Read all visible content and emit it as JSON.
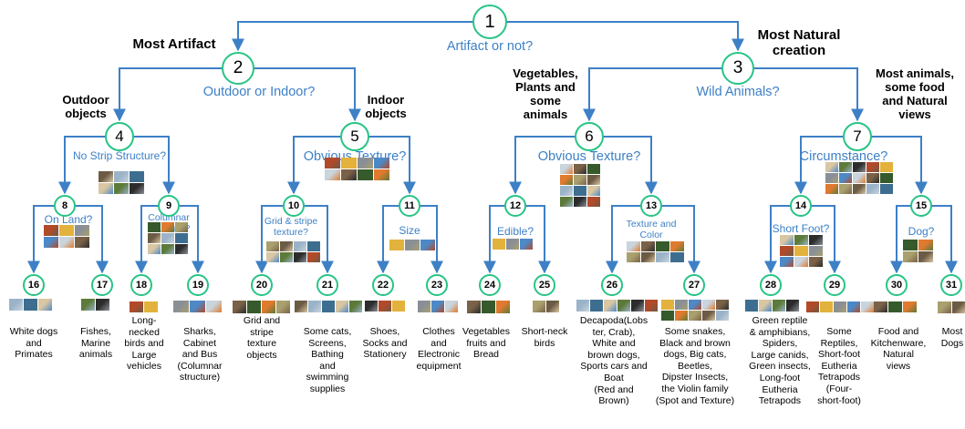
{
  "colors": {
    "node_border": "#27c485",
    "edge": "#3d80c6",
    "question": "#3d80c6"
  },
  "nodes": [
    "1",
    "2",
    "3",
    "4",
    "5",
    "6",
    "7",
    "8",
    "9",
    "10",
    "11",
    "12",
    "13",
    "14",
    "15",
    "16",
    "17",
    "18",
    "19",
    "20",
    "21",
    "22",
    "23",
    "24",
    "25",
    "26",
    "27",
    "28",
    "29",
    "30",
    "31"
  ],
  "questions": {
    "q1": "Artifact or not?",
    "q2": "Outdoor or Indoor?",
    "q3": "Wild Animals?",
    "q4": "No Strip Structure?",
    "q5": "Obvious Texture?",
    "q6": "Obvious Texture?",
    "q7": "Circumstance?",
    "q8": "On Land?",
    "q9": "Columnar\nstructure?",
    "q10": "Grid & stripe\ntexture?",
    "q11": "Size",
    "q12": "Edible?",
    "q13": "Texture and\nColor",
    "q14": "Short Foot?",
    "q15": "Dog?"
  },
  "branch_labels": {
    "most_artifact": "Most Artifact",
    "most_natural": "Most Natural\ncreation",
    "outdoor": "Outdoor\nobjects",
    "indoor": "Indoor\nobjects",
    "vegetables": "Vegetables,\nPlants and\nsome\nanimals",
    "most_animals": "Most animals,\nsome food\nand Natural\nviews"
  },
  "leaves": {
    "16": "White dogs\nand\nPrimates",
    "17": "Fishes,\nMarine\nanimals",
    "18": "Long-\nnecked\nbirds and\nLarge\nvehicles",
    "19": "Sharks,\nCabinet\nand Bus\n(Columnar\nstructure)",
    "20": "Grid and\nstripe\ntexture\nobjects",
    "21": "Some cats,\nScreens,\nBathing\nand\nswimming\nsupplies",
    "22": "Shoes,\nSocks and\nStationery",
    "23": "Clothes\nand\nElectronic\nequipment",
    "24": "Vegetables\nfruits and\nBread",
    "25": "Short-neck\nbirds",
    "26": "Decapoda(Lobs\nter, Crab),\nWhite and\nbrown dogs,\nSports cars and\nBoat\n(Red and\nBrown)",
    "27": "Some snakes,\nBlack and brown\ndogs, Big cats,\nBeetles,\nDipster Insects,\nthe Violin family\n(Spot and Texture)",
    "28": "Green reptile\n& amphibians,\nSpiders,\nLarge canids,\nGreen insects,\nLong-foot\nEutheria\nTetrapods",
    "29": "Some\nReptiles,\nShort-foot\nEutheria\nTetrapods\n(Four-\nshort-foot)",
    "30": "Food and\nKitchenware,\nNatural\nviews",
    "31": "Most\nDogs"
  }
}
